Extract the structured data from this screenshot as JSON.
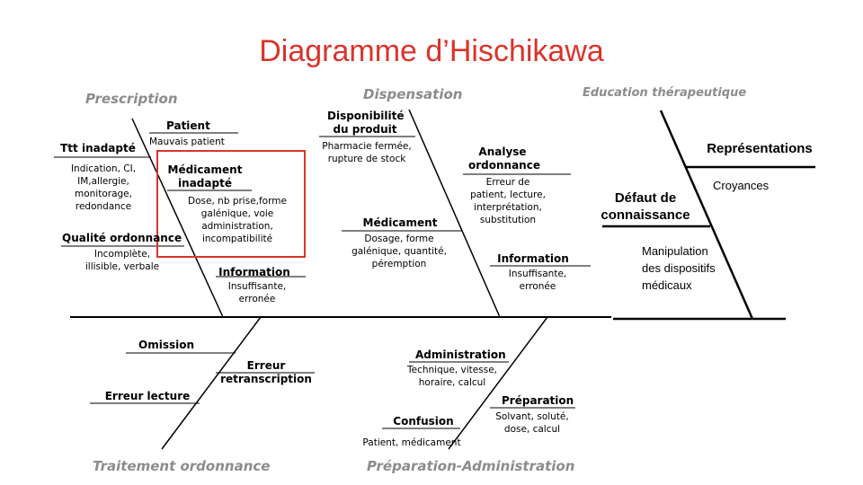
{
  "title": "Diagramme d’Hischikawa",
  "colors": {
    "title": "#d9342b",
    "category": "#8c8c8c",
    "line": "#000000",
    "highlight": "#d9342b"
  },
  "categories": {
    "prescription": "Prescription",
    "dispensation": "Dispensation",
    "education": "Education thérapeutique",
    "traitement": "Traitement ordonnance",
    "preparation": "Préparation-Administration"
  },
  "prescription": {
    "patient": {
      "label": "Patient",
      "detail": "Mauvais patient"
    },
    "ttt": {
      "label": "Ttt inadapté",
      "detail": "Indication, CI,\nIM,allergie,\nmonitorage,\nredondance"
    },
    "medicament": {
      "label": "Médicament\ninadapté",
      "detail": "Dose, nb prise,forme\ngalénique, voie\nadministration,\nincompatibilité"
    },
    "qualite": {
      "label": "Qualité ordonnance",
      "detail": "Incomplète,\nillisible, verbale"
    },
    "information": {
      "label": "Information",
      "detail": "Insuffisante,\nerronée"
    }
  },
  "dispensation": {
    "disponibilite": {
      "label": "Disponibilité\ndu produit",
      "detail": "Pharmacie fermée,\nrupture de stock"
    },
    "analyse": {
      "label": "Analyse\nordonnance",
      "detail": "Erreur de\npatient, lecture,\ninterprétation,\nsubstitution"
    },
    "medicament": {
      "label": "Médicament",
      "detail": "Dosage, forme\ngalénique, quantité,\npéremption"
    },
    "information": {
      "label": "Information",
      "detail": "Insuffisante,\nerronée"
    }
  },
  "education": {
    "representations": {
      "label": "Représentations",
      "detail": "Croyances"
    },
    "defaut": {
      "label": "Défaut de\nconnaissance",
      "detail": "Manipulation\ndes dispositifs\nmédicaux"
    }
  },
  "traitement": {
    "omission": {
      "label": "Omission"
    },
    "erreur_retranscription": {
      "label": "Erreur\nretranscription"
    },
    "erreur_lecture": {
      "label": "Erreur lecture"
    }
  },
  "preparation": {
    "administration": {
      "label": "Administration",
      "detail": "Technique, vitesse,\nhoraire, calcul"
    },
    "preparation": {
      "label": "Préparation",
      "detail": "Solvant, soluté,\ndose, calcul"
    },
    "confusion": {
      "label": "Confusion",
      "detail": "Patient, médicament"
    }
  }
}
